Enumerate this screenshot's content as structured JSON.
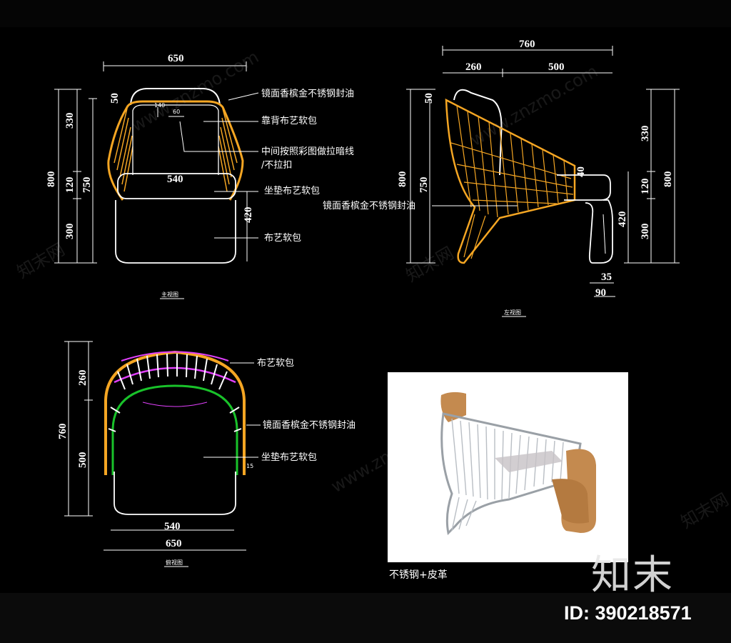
{
  "colors": {
    "background": "#000000",
    "frame": "#f5a623",
    "line": "#ffffff",
    "accent_pink": "#e040fb",
    "accent_green": "#19c22a",
    "leather": "#c48a4f"
  },
  "front_view": {
    "caption": "主视图",
    "dims": {
      "width_top": "650",
      "h_total": "800",
      "h_back": "330",
      "h_seat": "120",
      "h_base": "300",
      "h_side": "750",
      "top_gap": "50",
      "inner_small": "140",
      "inner_60": "60",
      "seat_width": "540",
      "seat_h": "420"
    },
    "notes": [
      "镜面香槟金不锈钢封油",
      "靠背布艺软包",
      "中间按照彩图做拉暗线",
      "/不拉扣",
      "坐垫布艺软包",
      "布艺软包"
    ]
  },
  "side_view": {
    "caption": "左视图",
    "dims": {
      "total": "760",
      "part_a": "260",
      "part_b": "500",
      "top_gap": "50",
      "h_total": "800",
      "h_side": "750",
      "h_back": "330",
      "h_seat": "120",
      "h_base": "300",
      "seat_h": "420",
      "leg_35": "35",
      "leg_90": "90",
      "seat_40": "40"
    },
    "notes": [
      "镜面香槟金不锈钢封油"
    ]
  },
  "top_view": {
    "caption": "俯视图",
    "dims": {
      "depth_total": "760",
      "depth_back": "260",
      "depth_seat": "500",
      "inner_width": "540",
      "outer_width": "650",
      "small": "15"
    },
    "notes": [
      "布艺软包",
      "镜面香槟金不锈钢封油",
      "坐垫布艺软包"
    ]
  },
  "photo": {
    "caption": "不锈钢+皮革"
  },
  "watermark": {
    "site": "www.znzmo.com",
    "cn": "知末网",
    "brand": "知末",
    "id_label": "ID: 390218571"
  }
}
